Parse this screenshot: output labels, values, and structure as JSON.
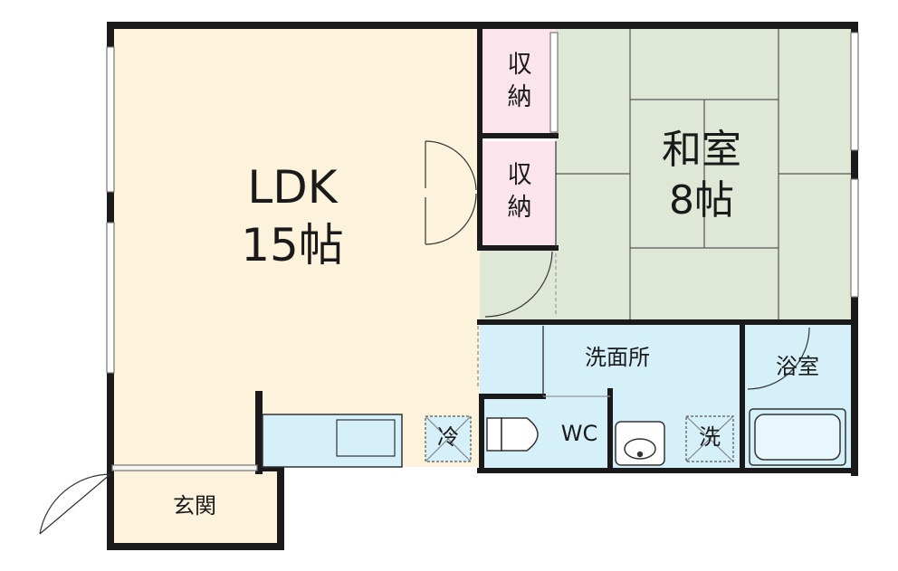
{
  "rooms": {
    "ldk": {
      "name": "LDK",
      "size": "15帖"
    },
    "washitsu": {
      "name": "和室",
      "size": "8帖"
    },
    "storage_1": {
      "line1": "収",
      "line2": "納"
    },
    "storage_2": {
      "line1": "収",
      "line2": "納"
    },
    "senmenjo": {
      "name": "洗面所"
    },
    "yokushitsu": {
      "name": "浴室"
    },
    "wc": {
      "name": "WC"
    },
    "genkan": {
      "name": "玄関"
    }
  },
  "fixtures": {
    "fridge": "冷",
    "washer": "洗"
  },
  "colors": {
    "ldk_floor": "#fdf3dc",
    "genkan_floor": "#fdf3dc",
    "tatami": "#dfe7d6",
    "storage": "#fbe4ec",
    "wet_area": "#d6f0fa",
    "wall": "#1a1a1a"
  }
}
